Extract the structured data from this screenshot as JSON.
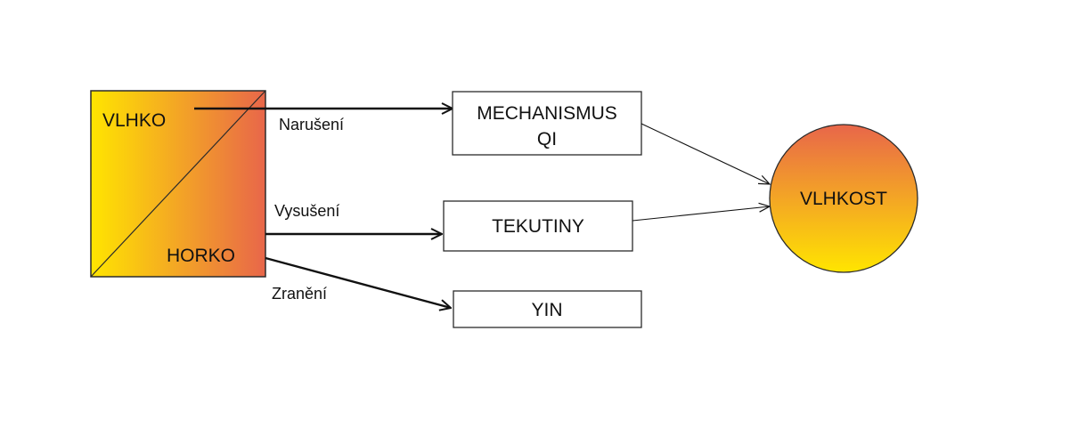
{
  "source_box": {
    "top_label": "VLHKO",
    "bottom_label": "HORKO",
    "gradient": [
      "#ffe500",
      "#e8664a"
    ]
  },
  "arrows": [
    {
      "label": "Narušení"
    },
    {
      "label": "Vysušení"
    },
    {
      "label": "Zranění"
    }
  ],
  "targets": {
    "mechanismus_qi": {
      "line1": "MECHANISMUS",
      "line2": "QI"
    },
    "tekutiny": {
      "label": "TEKUTINY"
    },
    "yin": {
      "label": "YIN"
    }
  },
  "result_circle": {
    "label": "VLHKOST",
    "gradient": [
      "#e8664a",
      "#ffe500"
    ]
  },
  "colors": {
    "line": "#111111",
    "box_border": "#2b2b2b"
  }
}
